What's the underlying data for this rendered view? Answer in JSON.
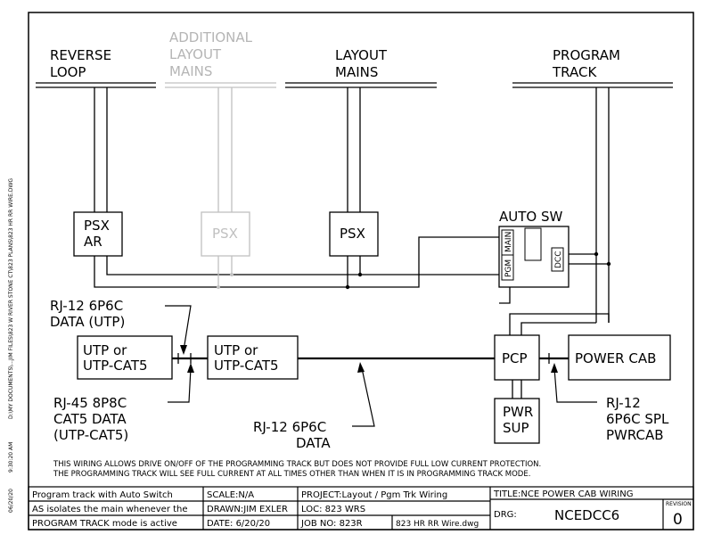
{
  "track_labels": {
    "reverse_loop": [
      "REVERSE",
      "LOOP"
    ],
    "additional_mains": [
      "ADDITIONAL",
      "LAYOUT",
      "MAINS"
    ],
    "layout_mains": [
      "LAYOUT",
      "MAINS"
    ],
    "program_track": [
      "PROGRAM",
      "TRACK"
    ]
  },
  "boxes": {
    "psx_ar": [
      "PSX",
      "AR"
    ],
    "psx_gray": "PSX",
    "psx_main": "PSX",
    "auto_sw": "AUTO SW",
    "main": "MAIN",
    "pgm": "PGM",
    "dcc": "DCC",
    "utp1": [
      "UTP or",
      "UTP-CAT5"
    ],
    "utp2": [
      "UTP or",
      "UTP-CAT5"
    ],
    "pcp": "PCP",
    "power_cab": "POWER CAB",
    "pwr_sup": [
      "PWR",
      "SUP"
    ]
  },
  "callouts": {
    "rj12_utp": [
      "RJ-12 6P6C",
      "DATA (UTP)"
    ],
    "rj45": [
      "RJ-45 8P8C",
      "CAT5 DATA",
      "(UTP-CAT5)"
    ],
    "rj12_data": [
      "RJ-12 6P6C",
      "DATA"
    ],
    "rj12_spl": [
      "RJ-12",
      "6P6C SPL",
      "PWRCAB"
    ]
  },
  "notes": [
    "THIS WIRING ALLOWS DRIVE ON/OFF OF THE PROGRAMMING TRACK BUT DOES NOT PROVIDE FULL LOW CURRENT PROTECTION.",
    "THE PROGRAMMING TRACK WILL SEE FULL CURRENT AT ALL TIMES OTHER THAN WHEN IT IS IN PROGRAMMING TRACK MODE."
  ],
  "title_block": {
    "desc": [
      "Program track with Auto Switch",
      "AS isolates the main whenever the",
      "PROGRAM TRACK mode is active"
    ],
    "scale": "SCALE:N/A",
    "drawn": "DRAWN:JIM EXLER",
    "date": "DATE: 6/20/20",
    "project": "PROJECT:Layout / Pgm Trk Wiring",
    "loc": "LOC: 823 WRS",
    "job": "JOB NO: 823R",
    "file": "823 HR RR Wire.dwg",
    "title": "TITLE:NCE POWER CAB WIRING",
    "drg_label": "DRG:",
    "drg": "NCEDCC6",
    "revision_label": "REVISION",
    "revision": "0"
  },
  "side_text": {
    "path": "D:\\MY DOCUMENTS\\...JIM FILES\\823 W RIVER STONE CT\\823 PLANS\\823 HR RR WIRE.DWG",
    "time": "9:30:20 AM",
    "date": "06/20/20"
  }
}
